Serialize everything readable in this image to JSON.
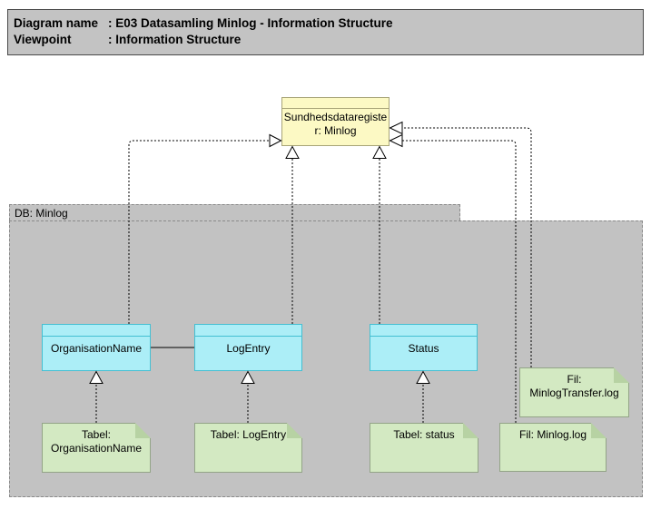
{
  "title_block": {
    "rows": [
      {
        "label": "Diagram name",
        "value": ": E03 Datasamling Minlog - Information Structure"
      },
      {
        "label": "Viewpoint",
        "value": ": Information Structure"
      }
    ]
  },
  "nodes": {
    "register": {
      "label": "Sundhedsdataregister: Minlog",
      "type": "business-object",
      "fill": "#fcf9c4"
    },
    "group": {
      "label": "DB: Minlog",
      "type": "grouping",
      "fill": "#c2c2c2"
    },
    "organisation_name": {
      "label": "OrganisationName",
      "type": "data-object",
      "fill": "#aceef7"
    },
    "log_entry": {
      "label": "LogEntry",
      "type": "data-object",
      "fill": "#aceef7"
    },
    "status": {
      "label": "Status",
      "type": "data-object",
      "fill": "#aceef7"
    },
    "note_organisation": {
      "label": "Tabel: OrganisationName",
      "type": "artifact-note",
      "fill": "#d3e9c2"
    },
    "note_log_entry": {
      "label": "Tabel: LogEntry",
      "type": "artifact-note",
      "fill": "#d3e9c2"
    },
    "note_status": {
      "label": "Tabel: status",
      "type": "artifact-note",
      "fill": "#d3e9c2"
    },
    "note_minlog_log": {
      "label": "Fil: Minlog.log",
      "type": "artifact-note",
      "fill": "#d3e9c2"
    },
    "note_transfer_log": {
      "label": "Fil: MinlogTransfer.log",
      "type": "artifact-note",
      "fill": "#d3e9c2"
    }
  },
  "edges": [
    {
      "from": "OrganisationName",
      "to": "Sundhedsdataregister: Minlog",
      "type": "realization"
    },
    {
      "from": "LogEntry",
      "to": "Sundhedsdataregister: Minlog",
      "type": "realization"
    },
    {
      "from": "Status",
      "to": "Sundhedsdataregister: Minlog",
      "type": "realization"
    },
    {
      "from": "Fil: Minlog.log",
      "to": "Sundhedsdataregister: Minlog",
      "type": "realization"
    },
    {
      "from": "Fil: MinlogTransfer.log",
      "to": "Sundhedsdataregister: Minlog",
      "type": "realization"
    },
    {
      "from": "Tabel: OrganisationName",
      "to": "OrganisationName",
      "type": "realization"
    },
    {
      "from": "Tabel: LogEntry",
      "to": "LogEntry",
      "type": "realization"
    },
    {
      "from": "Tabel: status",
      "to": "Status",
      "type": "realization"
    },
    {
      "from": "OrganisationName",
      "to": "LogEntry",
      "type": "association"
    }
  ],
  "colors": {
    "title_block_bg": "#c3c3c3",
    "group_bg": "#c2c2c2",
    "group_border": "#8a8a8a",
    "object_yellow": "#fcf9c4",
    "object_yellow_border": "#a8a478",
    "class_cyan": "#aceef7",
    "class_cyan_border": "#44bfd2",
    "note_green": "#d3e9c2",
    "note_green_border": "#93a487",
    "note_fold": "#b7d2a3",
    "connector": "#000000"
  }
}
